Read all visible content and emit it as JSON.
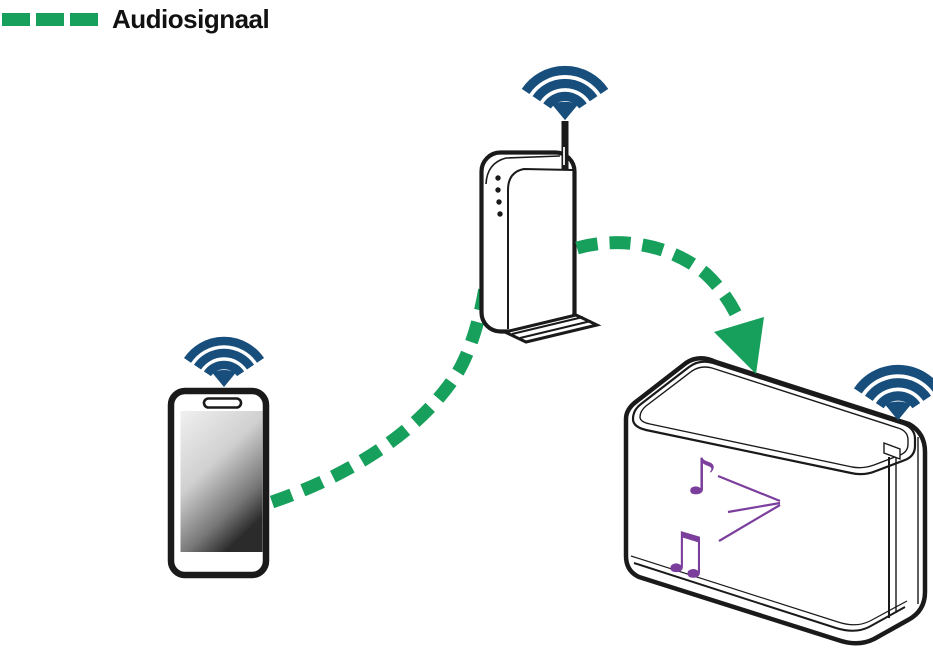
{
  "legend": {
    "label": "Audiosignaal",
    "dash_count": 3
  },
  "colors": {
    "signal_green": "#17A05B",
    "wifi_blue": "#174E7C",
    "note_purple": "#7B3E9D",
    "outline_black": "#1A1A1A"
  },
  "icons": {
    "wifi": "wifi-icon",
    "smartphone": "smartphone-icon",
    "router": "wireless-router-icon",
    "speaker": "wireless-speaker-icon",
    "arrowhead": "arrowhead-icon",
    "single_note_glyph": "♪",
    "double_note_glyph": "♫"
  },
  "diagram": {
    "nodes": [
      {
        "id": "smartphone",
        "wifi": true
      },
      {
        "id": "wireless-router",
        "wifi": true
      },
      {
        "id": "wireless-speaker",
        "wifi": true,
        "shows_music_notes": true
      }
    ],
    "connections": [
      {
        "from": "smartphone",
        "to": "wireless-router",
        "line": "green-dashed",
        "arrowhead": false
      },
      {
        "from": "wireless-router",
        "to": "wireless-speaker",
        "line": "green-dashed",
        "arrowhead": true
      }
    ]
  }
}
